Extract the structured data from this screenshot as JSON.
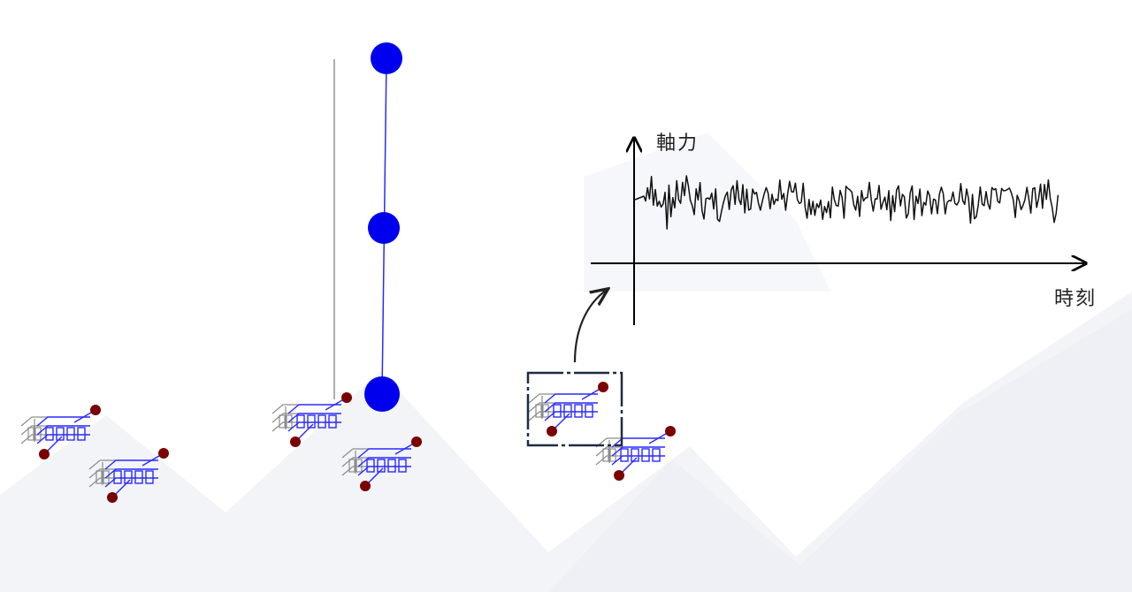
{
  "labels": {
    "y_axis": "軸力",
    "x_axis": "時刻"
  },
  "colors": {
    "mass_node": "#0000ee",
    "model_line": "#2a2aff",
    "joint": "#7a0000",
    "frame_grey": "#8c8c8c",
    "axis": "#000000",
    "signal": "#111111",
    "mountain": "#eef0f6",
    "selection_box": "#1f2b44"
  },
  "icons": [
    "structure-model-icon",
    "mass-node",
    "selection-box",
    "curved-arrow"
  ]
}
